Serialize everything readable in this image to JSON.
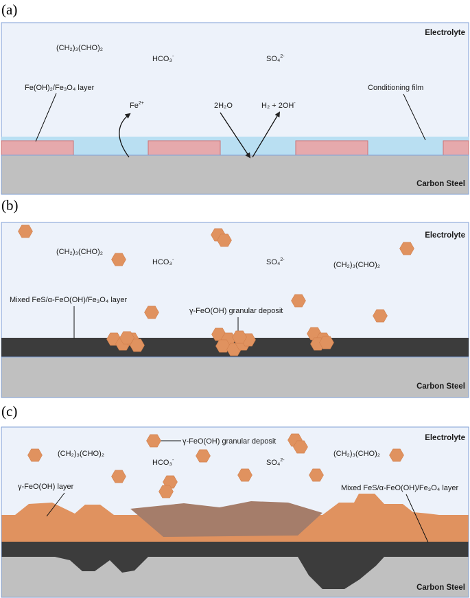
{
  "panels": [
    {
      "id": "a",
      "panel_label": "(a)",
      "electrolyte_label": "Electrolyte",
      "steel_label": "Carbon Steel",
      "species": [
        {
          "text": "(CH₂)₃(CHO)₂"
        },
        {
          "text": "HCO₃",
          "sup": "-"
        },
        {
          "text": "SO₄",
          "sup": "2-"
        }
      ],
      "reactions": {
        "fe": {
          "text": "Fe",
          "sup": "2+"
        },
        "water": {
          "text": "2H₂O"
        },
        "products": {
          "text": "H₂ + 2OH",
          "sup": "-"
        }
      },
      "callouts": {
        "layer": "Fe(OH)₂/Fe₃O₄ layer",
        "film": "Conditioning film"
      }
    },
    {
      "id": "b",
      "panel_label": "(b)",
      "electrolyte_label": "Electrolyte",
      "steel_label": "Carbon Steel",
      "species": [
        {
          "text": "(CH₂)₃(CHO)₂"
        },
        {
          "text": "HCO₃",
          "sup": "-"
        },
        {
          "text": "SO₄",
          "sup": "2-"
        },
        {
          "text": "(CH₂)₃(CHO)₂"
        }
      ],
      "callouts": {
        "layer": "Mixed FeS/α-FeO(OH)/Fe₃O₄ layer",
        "deposit": "γ-FeO(OH) granular deposit"
      }
    },
    {
      "id": "c",
      "panel_label": "(c)",
      "electrolyte_label": "Electrolyte",
      "steel_label": "Carbon Steel",
      "species": [
        {
          "text": "(CH₂)₃(CHO)₂"
        },
        {
          "text": "HCO₃",
          "sup": "-"
        },
        {
          "text": "SO₄",
          "sup": "2-"
        },
        {
          "text": "(CH₂)₃(CHO)₂"
        }
      ],
      "callouts": {
        "deposit": "γ-FeO(OH) granular deposit",
        "layer_left": "γ-FeO(OH) layer",
        "layer_right": "Mixed FeS/α-FeO(OH)/Fe₃O₄ layer"
      }
    }
  ],
  "colors": {
    "electrolyte": "#edf2fa",
    "border": "#7f9fd6",
    "steel": "#c0c0c0",
    "film": "#b9dff2",
    "pink_layer": "#e6a9ac",
    "dark_layer": "#3c3c3c",
    "orange": "#e0925f",
    "brown": "#a57d6a"
  }
}
